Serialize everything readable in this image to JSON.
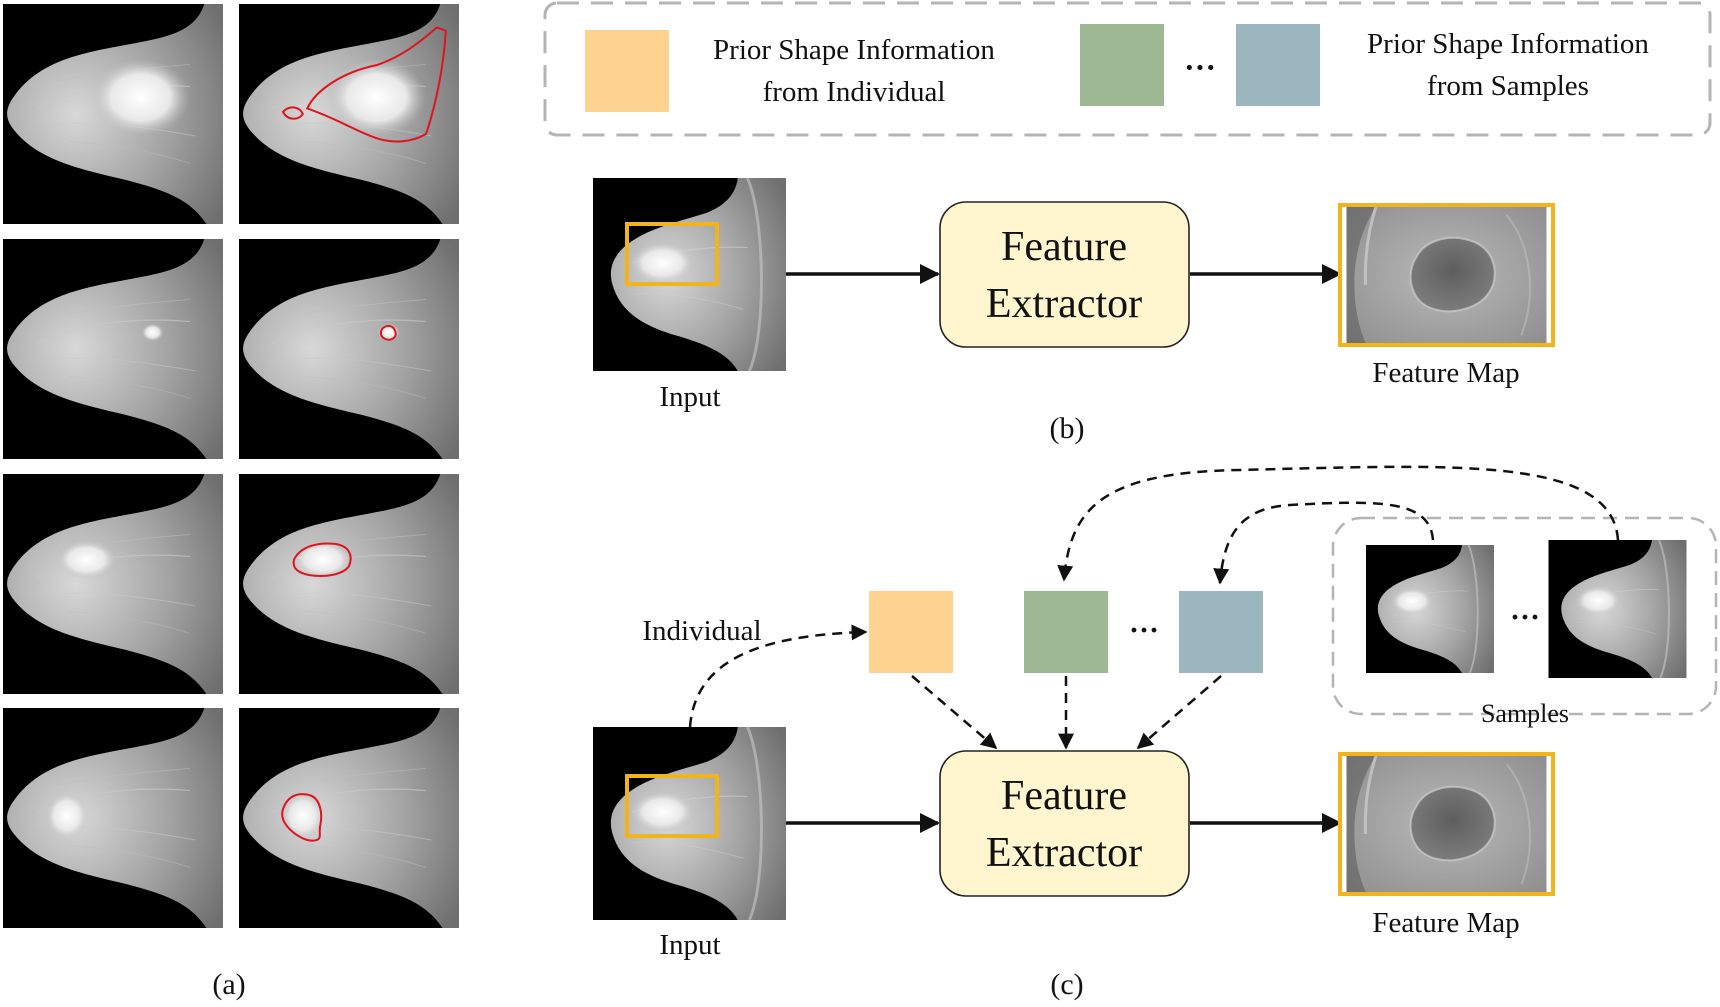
{
  "panel_a": {
    "caption": "(a)",
    "rows": [
      {
        "original": "mammogram-row-1",
        "segmented": "mammogram-row-1-tumor-contour"
      },
      {
        "original": "mammogram-row-2",
        "segmented": "mammogram-row-2-tumor-contour"
      },
      {
        "original": "mammogram-row-3",
        "segmented": "mammogram-row-3-tumor-contour"
      },
      {
        "original": "mammogram-row-4",
        "segmented": "mammogram-row-4-tumor-contour"
      }
    ]
  },
  "legend": {
    "individual_label_line1": "Prior Shape Information",
    "individual_label_line2": "from Individual",
    "ellipsis": "···",
    "samples_label_line1": "Prior Shape Information",
    "samples_label_line2": "from Samples"
  },
  "panel_b": {
    "caption": "(b)",
    "input_label": "Input",
    "extractor_line1": "Feature",
    "extractor_line2": "Extractor",
    "output_label": "Feature Map"
  },
  "panel_c": {
    "caption": "(c)",
    "input_label": "Input",
    "individual_label": "Individual",
    "ellipsis": "···",
    "samples_ellipsis": "···",
    "samples_label": "Samples",
    "extractor_line1": "Feature",
    "extractor_line2": "Extractor",
    "output_label": "Feature Map"
  },
  "colors": {
    "individual_square": "#FDD38F",
    "sample_square_1": "#9EB893",
    "sample_square_2": "#9BB6BE",
    "extractor_fill": "#FFF6CF",
    "highlight_box": "#F2B41C",
    "tumor_contour": "#E0141E",
    "dashed_border": "#B4B4B4"
  }
}
